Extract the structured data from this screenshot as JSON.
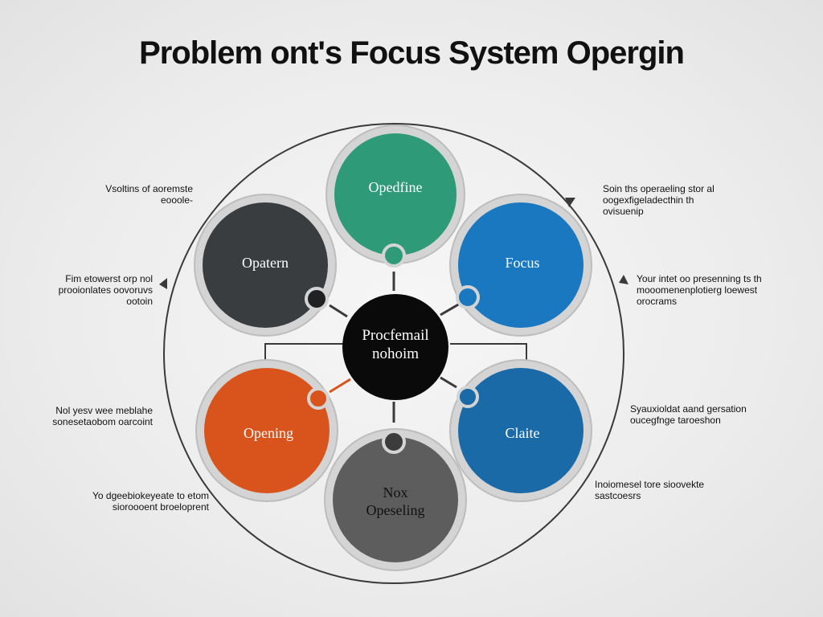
{
  "title": "Problem ont's Focus System Opergin",
  "center": {
    "lines": [
      "Procfemail",
      "nohoim"
    ]
  },
  "nodes": [
    {
      "id": "top",
      "lines": [
        "Opedfine"
      ],
      "color": "#2f9a78"
    },
    {
      "id": "upper-right",
      "lines": [
        "Focus"
      ],
      "color": "#1978bf"
    },
    {
      "id": "lower-right",
      "lines": [
        "Claite"
      ],
      "color": "#1a6aa8"
    },
    {
      "id": "bottom",
      "lines": [
        "Nox",
        "Opeseling"
      ],
      "color": "#5d5d5d"
    },
    {
      "id": "lower-left",
      "lines": [
        "Opening"
      ],
      "color": "#d9541c"
    },
    {
      "id": "upper-left",
      "lines": [
        "Opatern"
      ],
      "color": "#3a3d40"
    }
  ],
  "notes": {
    "left1": [
      "Vsoltins of aoremste",
      "eooole-"
    ],
    "left2": [
      "Fim etowerst orp nol",
      "prooionlates oovoruvs",
      "ootoin"
    ],
    "left3": [
      "Nol yesv wee meblahe",
      "sonesetaobom oarcoint"
    ],
    "left4": [
      "Yo dgeebiokeyeate to etom",
      "sioroooent broeloprent"
    ],
    "right1": [
      "Soin ths operaeling stor al",
      "oogexfigeladecthin th",
      "ovisuenip"
    ],
    "right2": [
      "Your intet oo presenning ts th",
      "mooomenenplotierg loewest",
      "orocrams"
    ],
    "right3": [
      "Syauxioldat aand gersation",
      "oucegfnge taroeshon"
    ],
    "right4": [
      "Inoiomesel tore sioovekte",
      "sastcoesrs"
    ]
  },
  "colors": {
    "ring": "#cfcfcf",
    "outer_circle": "#3a3a3a",
    "center_fill": "#0a0a0a"
  }
}
